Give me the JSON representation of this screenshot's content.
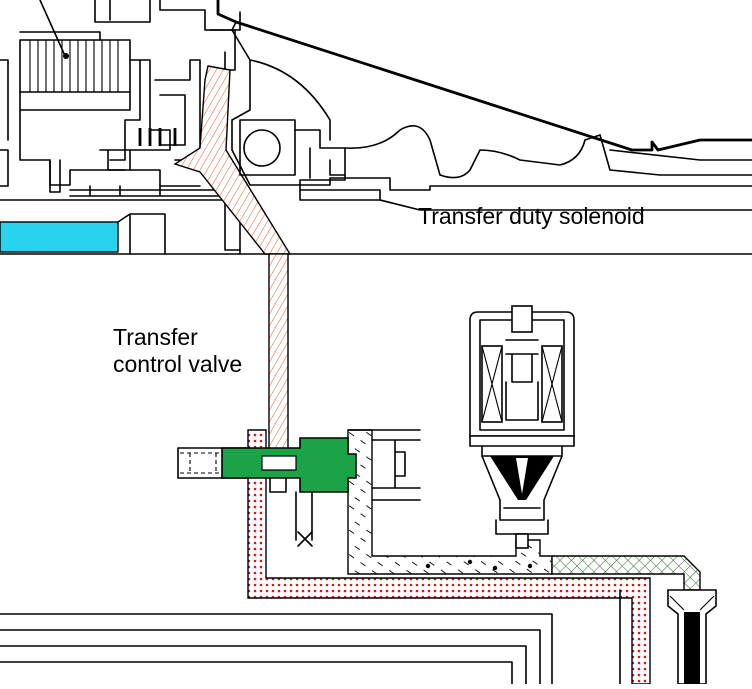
{
  "labels": {
    "transfer_duty_solenoid": "Transfer duty solenoid",
    "transfer_control_valve_line1": "Transfer",
    "transfer_control_valve_line2": "control valve"
  },
  "colors": {
    "background": "#ffffff",
    "line": "#000000",
    "hatch_orange": "#e8704a",
    "valve_green": "#1aa447",
    "cyan_shaft": "#29d3ee",
    "red_dots": "#d41818",
    "green_crosshatch": "#2c6a2c",
    "solenoid_black": "#000000"
  }
}
